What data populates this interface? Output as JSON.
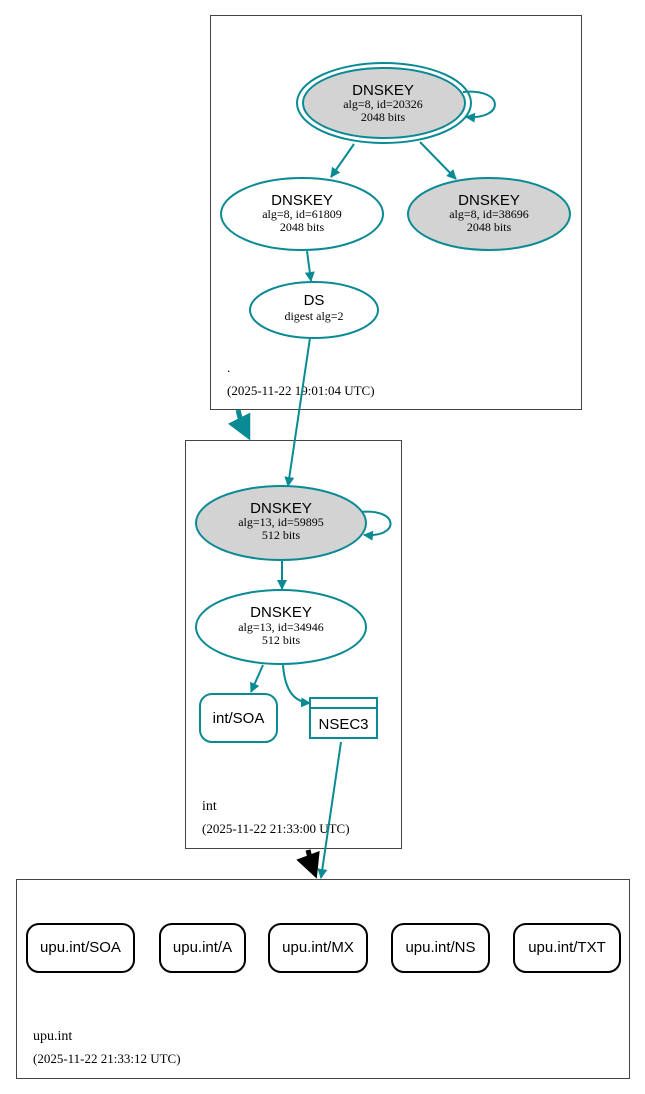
{
  "colors": {
    "edge": "#0a8a94",
    "zone_border": "#444444",
    "node_fill_gray": "#d3d3d3",
    "black": "#000000"
  },
  "zones": [
    {
      "name": ".",
      "timestamp": "(2025-11-22 19:01:04 UTC)"
    },
    {
      "name": "int",
      "timestamp": "(2025-11-22 21:33:00 UTC)"
    },
    {
      "name": "upu.int",
      "timestamp": "(2025-11-22 21:33:12 UTC)"
    }
  ],
  "nodes": {
    "root_ksk": {
      "title": "DNSKEY",
      "line1": "alg=8, id=20326",
      "line2": "2048 bits"
    },
    "root_zsk": {
      "title": "DNSKEY",
      "line1": "alg=8, id=61809",
      "line2": "2048 bits"
    },
    "root_key3": {
      "title": "DNSKEY",
      "line1": "alg=8, id=38696",
      "line2": "2048 bits"
    },
    "root_ds": {
      "title": "DS",
      "line1": "digest alg=2"
    },
    "int_ksk": {
      "title": "DNSKEY",
      "line1": "alg=13, id=59895",
      "line2": "512 bits"
    },
    "int_zsk": {
      "title": "DNSKEY",
      "line1": "alg=13, id=34946",
      "line2": "512 bits"
    },
    "int_soa": {
      "label": "int/SOA"
    },
    "int_nsec3": {
      "label": "NSEC3"
    }
  },
  "records": [
    "upu.int/SOA",
    "upu.int/A",
    "upu.int/MX",
    "upu.int/NS",
    "upu.int/TXT"
  ]
}
